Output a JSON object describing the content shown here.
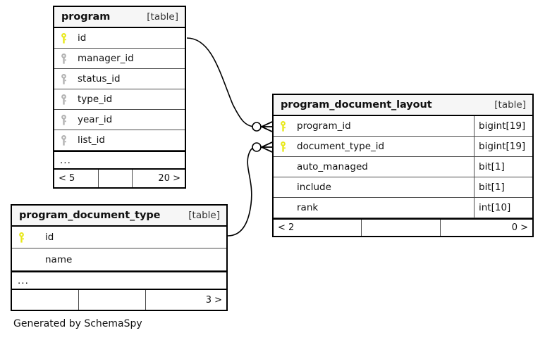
{
  "diagram": {
    "caption": "Generated by SchemaSpy",
    "kind_label": "[table]",
    "ellipsis": "...",
    "colors": {
      "primary_key": "#e8e81c",
      "foreign_key": "#b3b3b3",
      "border": "#000000",
      "header_bg": "#f6f6f6",
      "background": "#ffffff",
      "text": "#111111"
    }
  },
  "tables": [
    {
      "id": "program",
      "name": "program",
      "kind": "[table]",
      "columns": [
        {
          "name": "id",
          "key": "primary",
          "type": ""
        },
        {
          "name": "manager_id",
          "key": "foreign",
          "type": ""
        },
        {
          "name": "status_id",
          "key": "foreign",
          "type": ""
        },
        {
          "name": "type_id",
          "key": "foreign",
          "type": ""
        },
        {
          "name": "year_id",
          "key": "foreign",
          "type": ""
        },
        {
          "name": "list_id",
          "key": "foreign",
          "type": ""
        }
      ],
      "has_ellipsis": true,
      "footer": {
        "left": "< 5",
        "middle": "",
        "right": "20 >"
      }
    },
    {
      "id": "program_document_layout",
      "name": "program_document_layout",
      "kind": "[table]",
      "columns": [
        {
          "name": "program_id",
          "key": "primary",
          "type": "bigint[19]"
        },
        {
          "name": "document_type_id",
          "key": "primary",
          "type": "bigint[19]"
        },
        {
          "name": "auto_managed",
          "key": "none",
          "type": "bit[1]"
        },
        {
          "name": "include",
          "key": "none",
          "type": "bit[1]"
        },
        {
          "name": "rank",
          "key": "none",
          "type": "int[10]"
        }
      ],
      "has_ellipsis": false,
      "footer": {
        "left": "< 2",
        "middle": "",
        "right": "0 >"
      }
    },
    {
      "id": "program_document_type",
      "name": "program_document_type",
      "kind": "[table]",
      "columns": [
        {
          "name": "id",
          "key": "primary",
          "type": ""
        },
        {
          "name": "name",
          "key": "none",
          "type": ""
        }
      ],
      "has_ellipsis": true,
      "footer": {
        "left": "",
        "middle": "",
        "right": "3 >"
      }
    }
  ],
  "relationships": [
    {
      "name": "program-to-program_document_layout",
      "from_table": "program",
      "from_column": "id",
      "to_table": "program_document_layout",
      "to_column": "program_id",
      "from_cardinality": "one",
      "to_cardinality": "many-optional"
    },
    {
      "name": "program_document_type-to-program_document_layout",
      "from_table": "program_document_type",
      "from_column": "id",
      "to_table": "program_document_layout",
      "to_column": "document_type_id",
      "from_cardinality": "one",
      "to_cardinality": "many-optional"
    }
  ]
}
